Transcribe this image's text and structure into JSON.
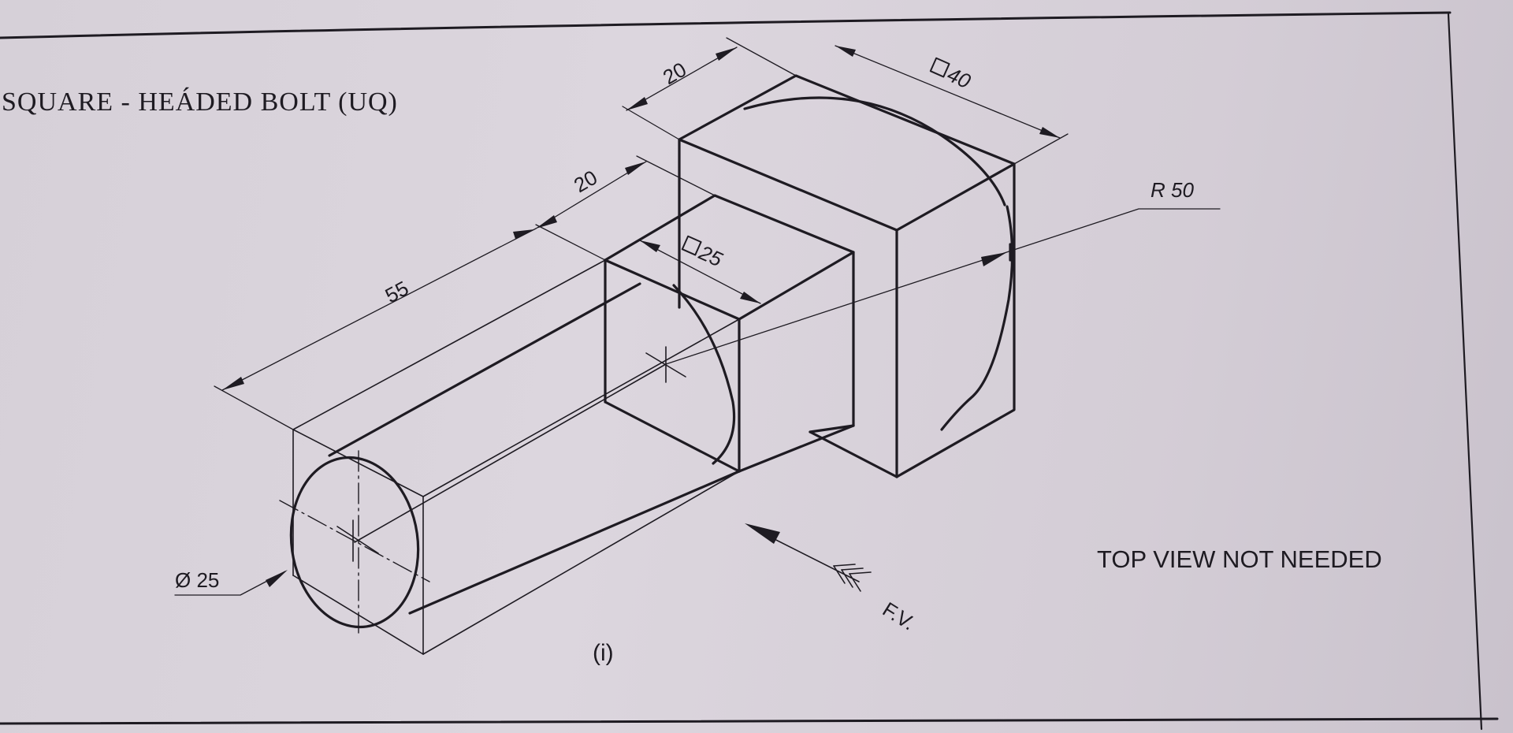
{
  "title": "SQUARE - HEÁDED  BOLT   (UQ)",
  "note": "TOP  VIEW  NOT  NEEDED",
  "figure_label": "(i)",
  "view_label": "F.V.",
  "dimensions": {
    "shank_length": "55",
    "neck_length": "20",
    "head_length": "20",
    "neck_square": "25",
    "head_square": "40",
    "head_radius": "R 50",
    "shank_diameter": "Ø 25"
  }
}
